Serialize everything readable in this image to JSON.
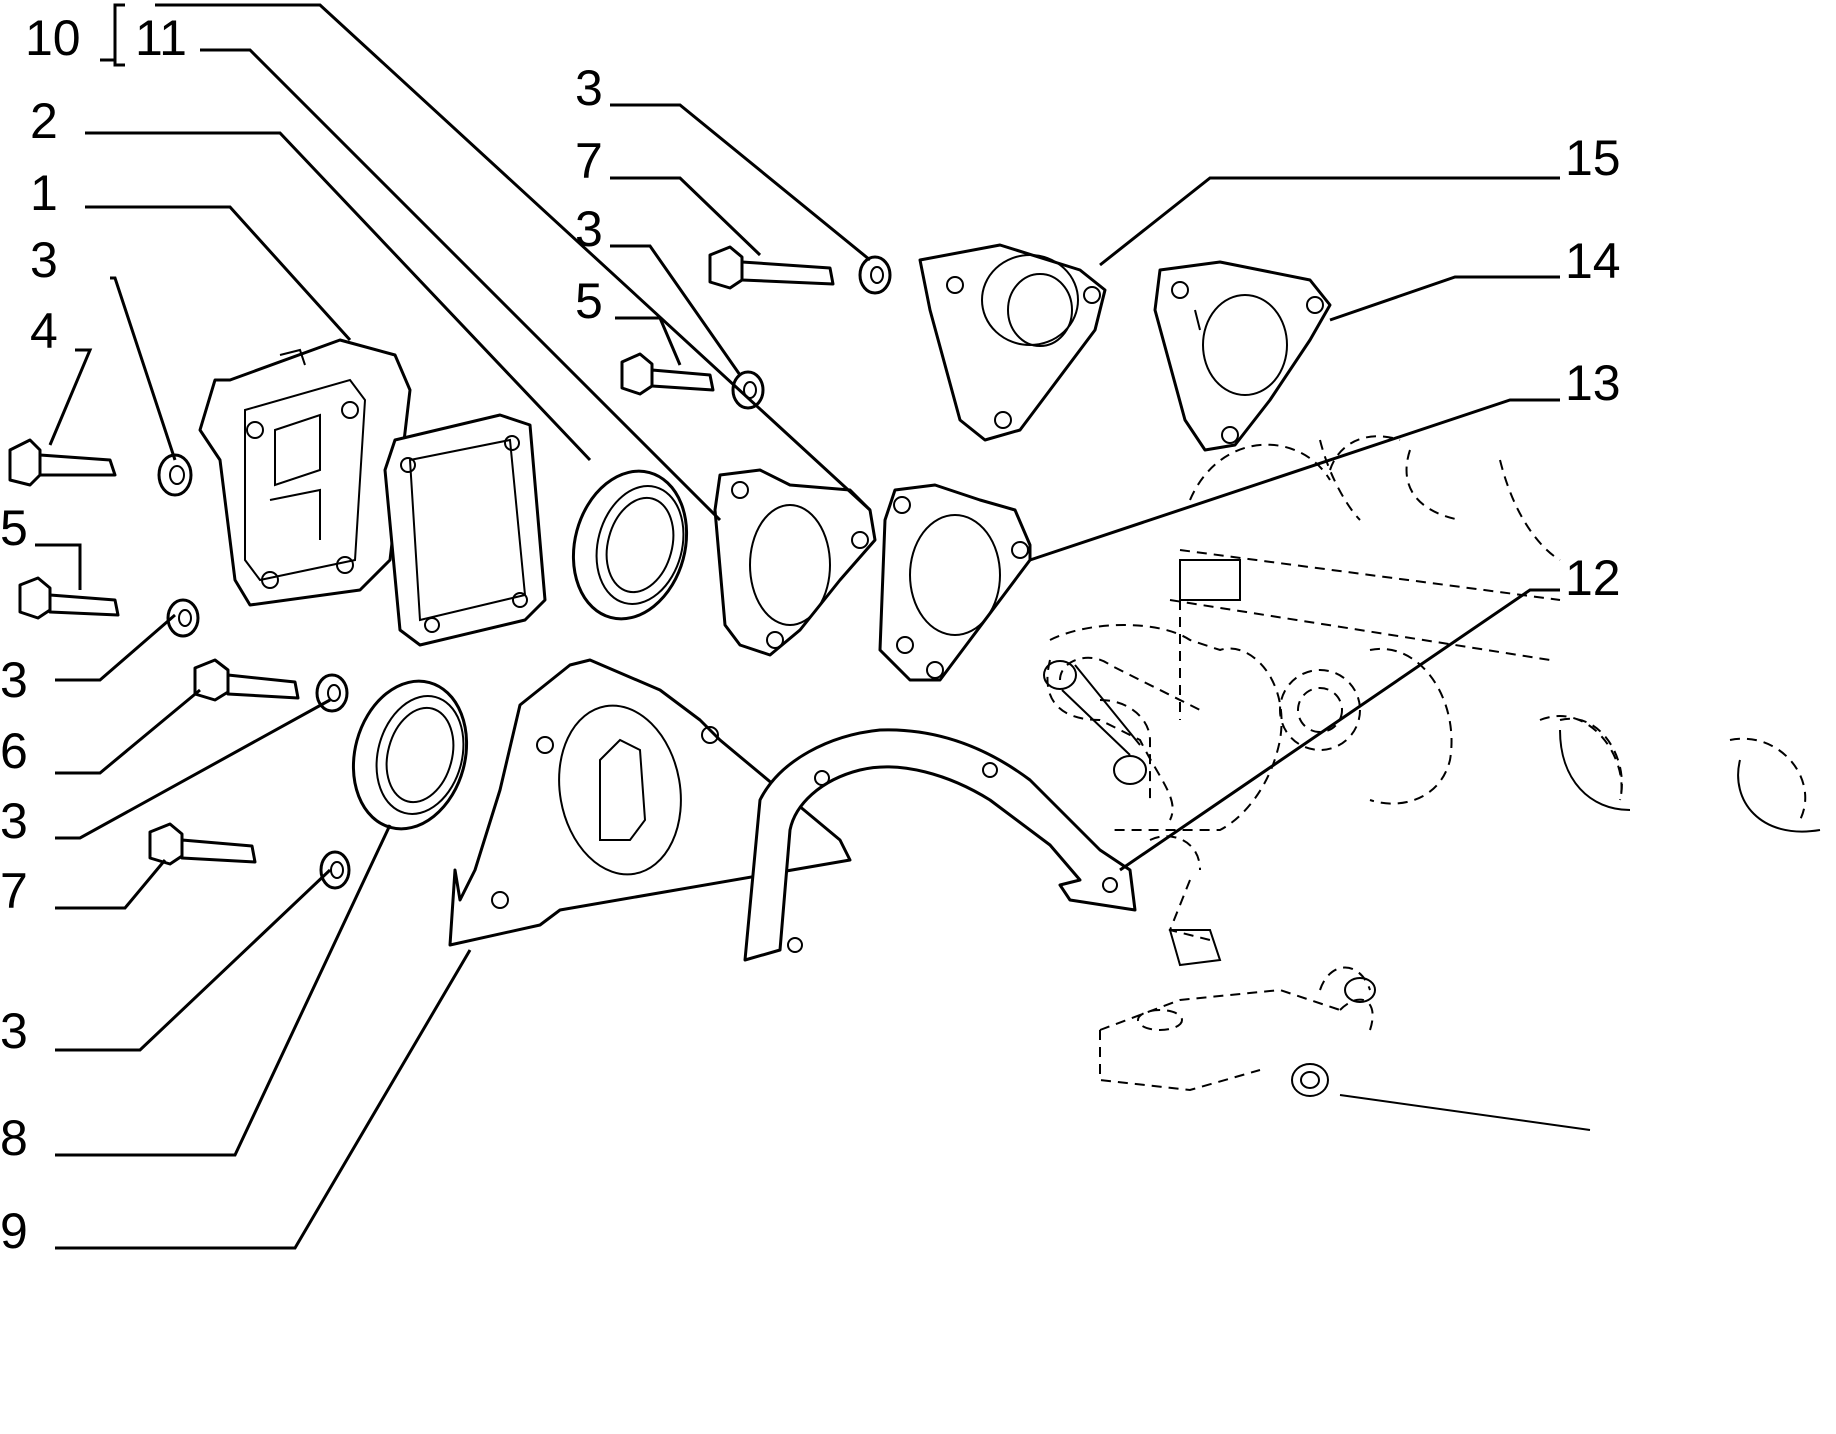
{
  "diagram": {
    "callouts": [
      {
        "id": "c10",
        "text": "10"
      },
      {
        "id": "c11",
        "text": "11"
      },
      {
        "id": "c2",
        "text": "2"
      },
      {
        "id": "c1",
        "text": "1"
      },
      {
        "id": "c3a",
        "text": "3"
      },
      {
        "id": "c4",
        "text": "4"
      },
      {
        "id": "c5a",
        "text": "5"
      },
      {
        "id": "c3b",
        "text": "3"
      },
      {
        "id": "c6",
        "text": "6"
      },
      {
        "id": "c3c",
        "text": "3"
      },
      {
        "id": "c7a",
        "text": "7"
      },
      {
        "id": "c3d",
        "text": "3"
      },
      {
        "id": "c8",
        "text": "8"
      },
      {
        "id": "c9",
        "text": "9"
      },
      {
        "id": "c3e",
        "text": "3"
      },
      {
        "id": "c7b",
        "text": "7"
      },
      {
        "id": "c3f",
        "text": "3"
      },
      {
        "id": "c5b",
        "text": "5"
      },
      {
        "id": "c15",
        "text": "15"
      },
      {
        "id": "c14",
        "text": "14"
      },
      {
        "id": "c13",
        "text": "13"
      },
      {
        "id": "c12",
        "text": "12"
      }
    ],
    "colors": {
      "line": "#000000",
      "background": "#ffffff"
    }
  }
}
